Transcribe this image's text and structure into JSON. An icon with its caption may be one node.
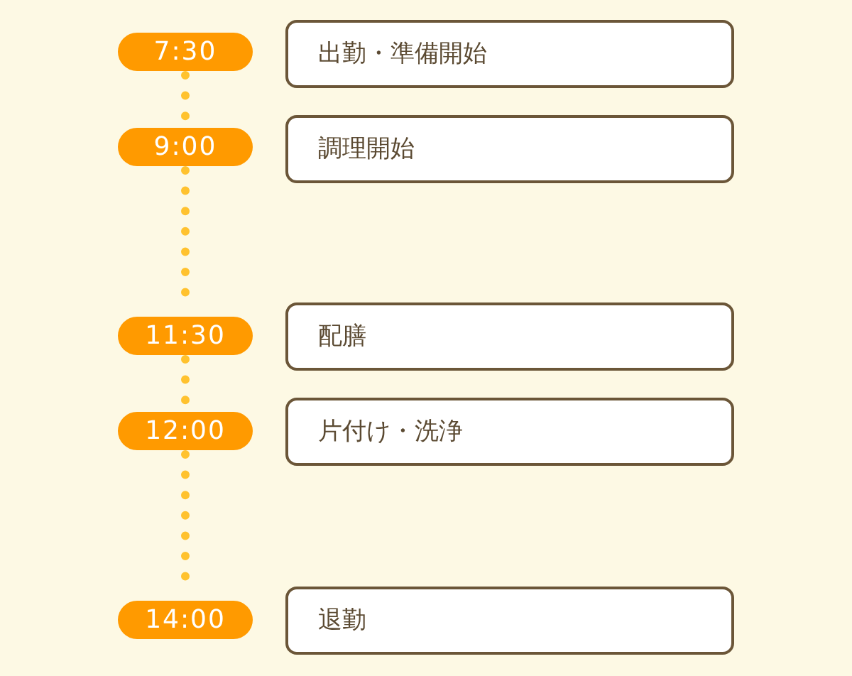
{
  "diagram": {
    "nodes": [
      {
        "text": [
          "7:30"
        ]
      },
      {
        "text": [
          "出勤・準備開始"
        ]
      },
      {
        "text": [
          "9:00"
        ]
      },
      {
        "text": [
          "調理開始"
        ]
      },
      {
        "text": [
          "11:30"
        ]
      },
      {
        "text": [
          "配膳"
        ]
      },
      {
        "text": [
          "12:00"
        ]
      },
      {
        "text": [
          "片付け・洗浄"
        ]
      },
      {
        "text": [
          "14:00"
        ]
      },
      {
        "text": [
          "退勤"
        ]
      }
    ],
    "edges": [
      {
        "from": 0,
        "to": 2,
        "arrow": "none",
        "style": "dashed"
      },
      {
        "from": 2,
        "to": 4,
        "arrow": "none",
        "style": "dashed"
      },
      {
        "from": 4,
        "to": 6,
        "arrow": "none",
        "style": "dashed"
      },
      {
        "from": 6,
        "to": 8,
        "arrow": "none",
        "style": "dashed"
      }
    ]
  }
}
